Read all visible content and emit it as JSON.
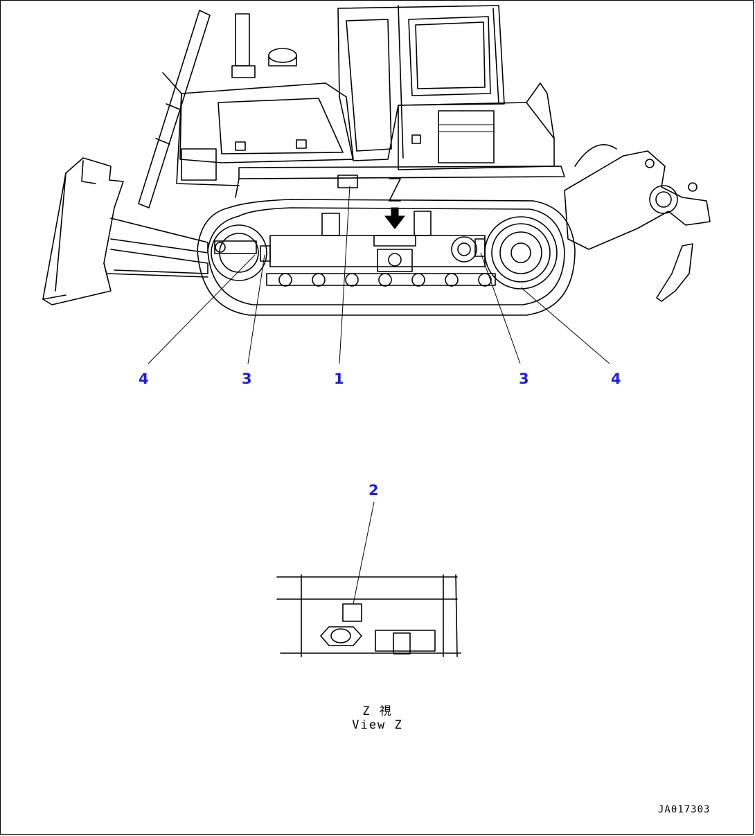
{
  "callouts": {
    "c1": "1",
    "c2": "2",
    "c3_left": "3",
    "c3_right": "3",
    "c4_left": "4",
    "c4_right": "4"
  },
  "view_marker": "Z",
  "view_label": {
    "line1": "Z  視",
    "line2": "View Z"
  },
  "drawing_number": "JA017303",
  "colors": {
    "callout": "#1f1fd0",
    "line": "#000000"
  }
}
